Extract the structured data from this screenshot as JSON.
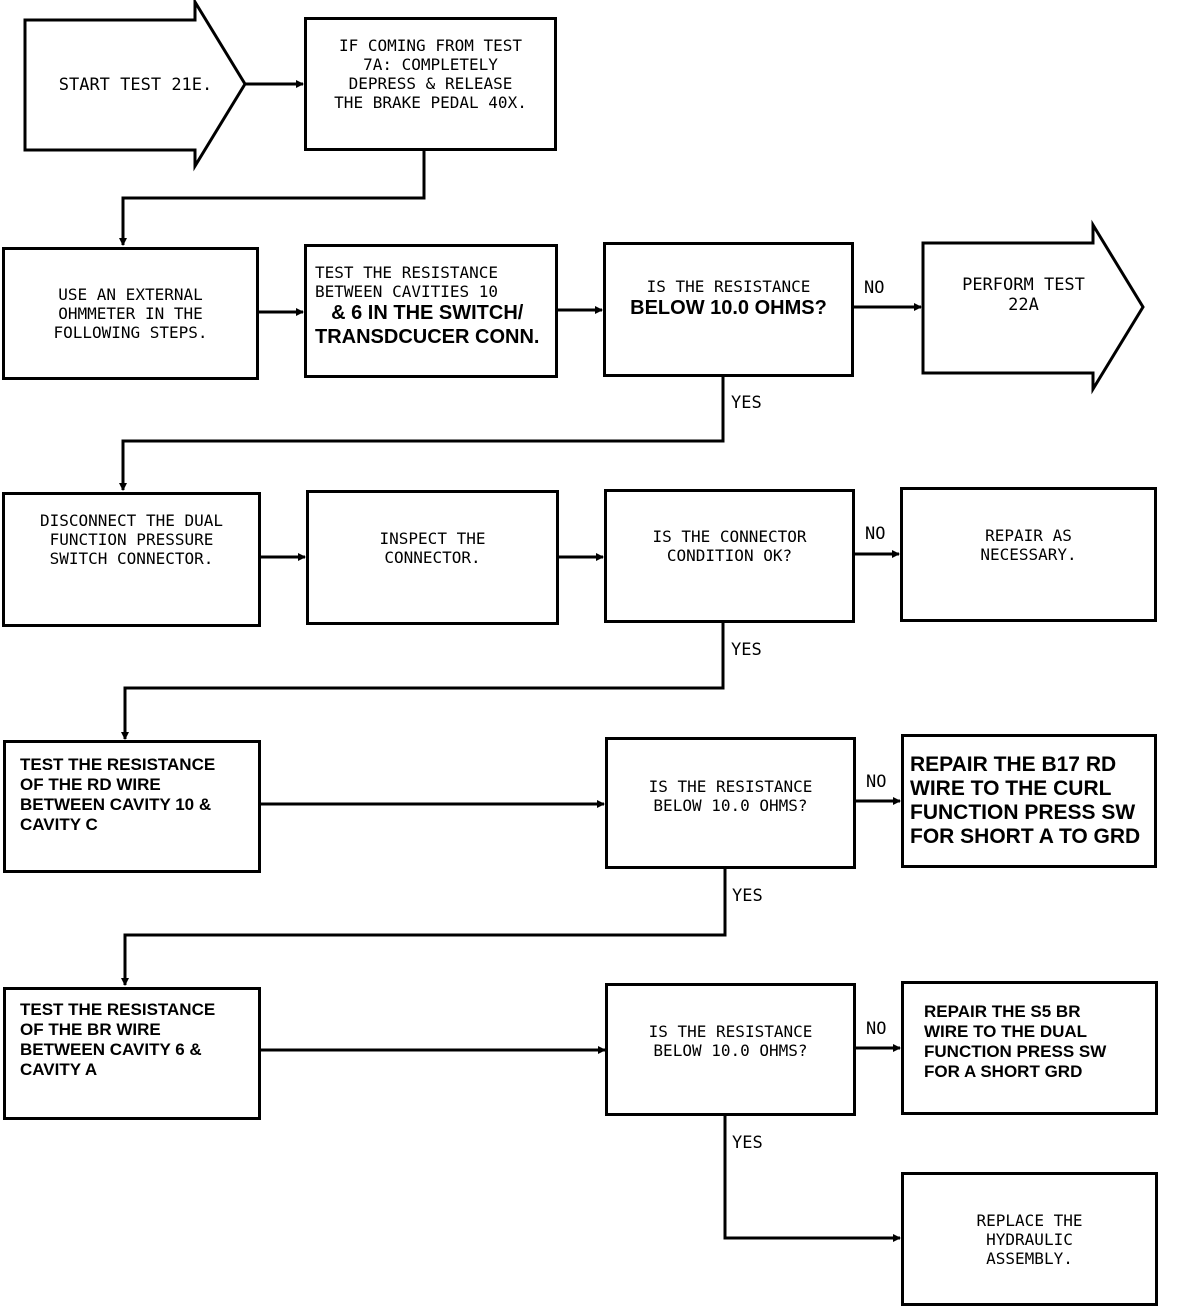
{
  "nodes": {
    "start": "START TEST 21E.",
    "coming_from": "IF COMING FROM TEST\n7A: COMPLETELY\nDEPRESS & RELEASE\nTHE BRAKE PEDAL 40X.",
    "use_ohmmeter": "USE AN EXTERNAL\nOHMMETER IN THE\nFOLLOWING STEPS.",
    "test_resistance_1_line1": "TEST THE RESISTANCE\nBETWEEN CAVITIES 10",
    "test_resistance_1_line2": "& 6 IN THE SWITCH/\nTRANSDCUCER CONN.",
    "q_resistance_1_line1": "IS THE RESISTANCE",
    "q_resistance_1_line2": "BELOW 10.0 OHMS?",
    "perform_test": "PERFORM TEST\n22A",
    "disconnect": "DISCONNECT THE DUAL\nFUNCTION PRESSURE\nSWITCH CONNECTOR.",
    "inspect": "INSPECT THE\nCONNECTOR.",
    "q_connector": "IS THE CONNECTOR\nCONDITION OK?",
    "repair_as_necessary": "REPAIR AS\nNECESSARY.",
    "test_rd_wire": "TEST THE RESISTANCE\nOF THE RD WIRE\nBETWEEN CAVITY 10 &\nCAVITY C",
    "q_resistance_2": "IS THE RESISTANCE\nBELOW 10.0 OHMS?",
    "repair_b17": "REPAIR THE B17 RD\nWIRE TO THE CURL\nFUNCTION PRESS SW\nFOR SHORT A TO GRD",
    "test_br_wire": "TEST THE RESISTANCE\nOF THE BR WIRE\nBETWEEN CAVITY 6 &\nCAVITY A",
    "q_resistance_3": "IS THE RESISTANCE\nBELOW 10.0 OHMS?",
    "repair_s5": "REPAIR THE S5 BR\nWIRE TO THE DUAL\nFUNCTION PRESS SW\nFOR A SHORT GRD",
    "replace_hydraulic": "REPLACE THE\nHYDRAULIC\nASSEMBLY."
  },
  "labels": {
    "no": "NO",
    "yes": "YES"
  }
}
